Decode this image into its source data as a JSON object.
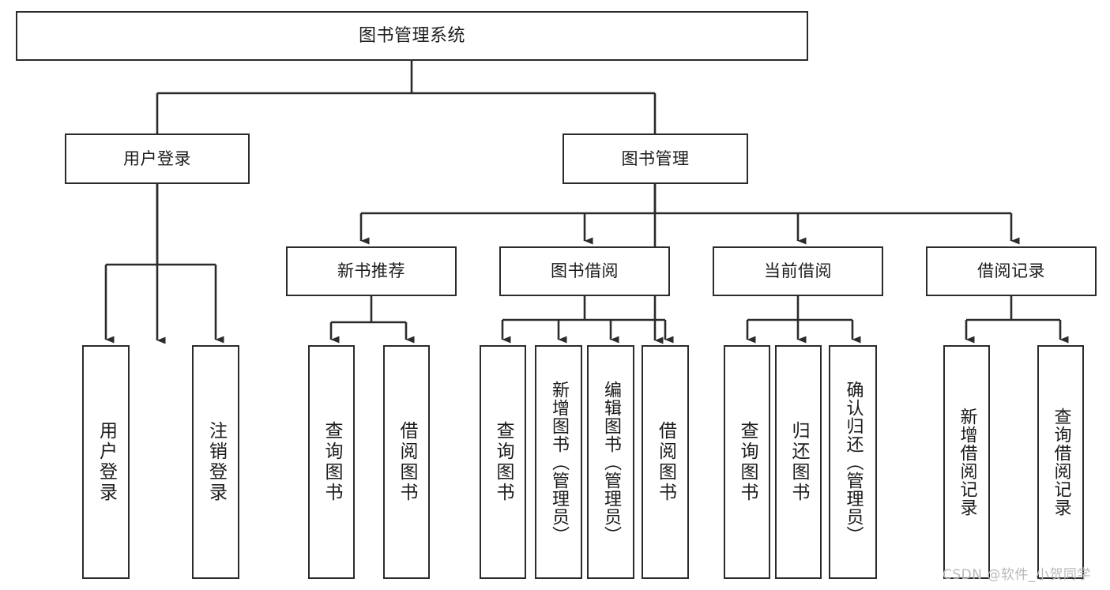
{
  "diagram": {
    "title": "图书管理系统",
    "type": "tree-hierarchy",
    "colors": {
      "box_border": "#2b2b2b",
      "box_fill": "#ffffff",
      "connector": "#2b2b2b",
      "text": "#1b1b1b",
      "watermark": "#b9b9b9",
      "background": "#ffffff"
    },
    "root": {
      "label": "图书管理系统"
    },
    "level2": [
      {
        "label": "用户登录"
      },
      {
        "label": "图书管理"
      }
    ],
    "level3": [
      {
        "label": "新书推荐"
      },
      {
        "label": "图书借阅"
      },
      {
        "label": "当前借阅"
      },
      {
        "label": "借阅记录"
      }
    ],
    "leaves": {
      "user_login": [
        {
          "label": "用户登录"
        },
        {
          "label": "注销登录"
        }
      ],
      "new_book_recommend": [
        {
          "label": "查询图书"
        },
        {
          "label": "借阅图书"
        }
      ],
      "book_borrow": [
        {
          "label": "查询图书"
        },
        {
          "label": "新增图书（管理员）"
        },
        {
          "label": "编辑图书（管理员）"
        },
        {
          "label": "借阅图书"
        }
      ],
      "current_borrow": [
        {
          "label": "查询图书"
        },
        {
          "label": "归还图书"
        },
        {
          "label": "确认归还（管理员）"
        }
      ],
      "borrow_record": [
        {
          "label": "新增借阅记录"
        },
        {
          "label": "查询借阅记录"
        }
      ]
    }
  },
  "watermark": {
    "text": "CSDN @软件_小贺同学"
  }
}
